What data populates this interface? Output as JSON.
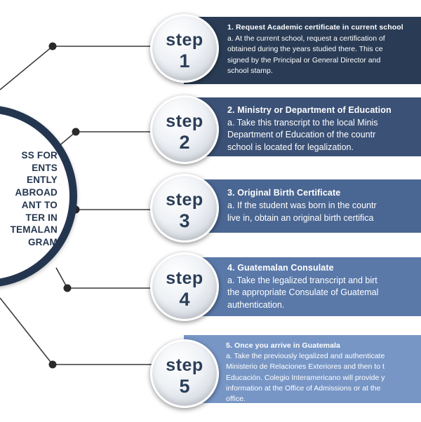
{
  "colors": {
    "hub_ring": "#24364f",
    "hub_text": "#24364f",
    "connector": "#3a3a3a",
    "dot": "#2a2a2a",
    "step_text": "#2b3e58",
    "banner_1": "#2a3c55",
    "banner_2": "#3b5176",
    "banner_3": "#4a6692",
    "banner_4": "#5a79a9",
    "banner_5": "#7796c6"
  },
  "hub": {
    "lines": [
      "SS FOR",
      "ENTS",
      "ENTLY",
      "ABROAD",
      "ANT TO",
      "TER IN",
      "TEMALAN",
      "GRAM"
    ]
  },
  "steps": [
    {
      "word": "step",
      "number": "1",
      "title": "1. Request Academic certificate in current school",
      "lines": [
        "a. At the current school, request a certification of",
        "obtained during the years studied there. This ce",
        "signed by the Principal or General Director and",
        "school stamp."
      ]
    },
    {
      "word": "step",
      "number": "2",
      "title": "2. Ministry or Department of Education",
      "lines": [
        "a. Take this transcript to the local Minis",
        "Department of Education of the countr",
        "school is located for legalization."
      ]
    },
    {
      "word": "step",
      "number": "3",
      "title": "3. Original Birth Certificate",
      "lines": [
        "a. If the student was born in the countr",
        "live in, obtain an original birth certifica"
      ]
    },
    {
      "word": "step",
      "number": "4",
      "title": "4. Guatemalan Consulate",
      "lines": [
        "a. Take the legalized transcript and birt",
        "the appropriate Consulate of Guatemal",
        "authentication."
      ]
    },
    {
      "word": "step",
      "number": "5",
      "title": "5. Once you arrive in Guatemala",
      "lines": [
        "a. Take the previously legalized and authenticate",
        "Ministerio de Relaciones Exteriores and then to t",
        "Educación. Colegio Interamericano will provide y",
        "information at the Office of Admissions or at the",
        "office."
      ]
    }
  ]
}
